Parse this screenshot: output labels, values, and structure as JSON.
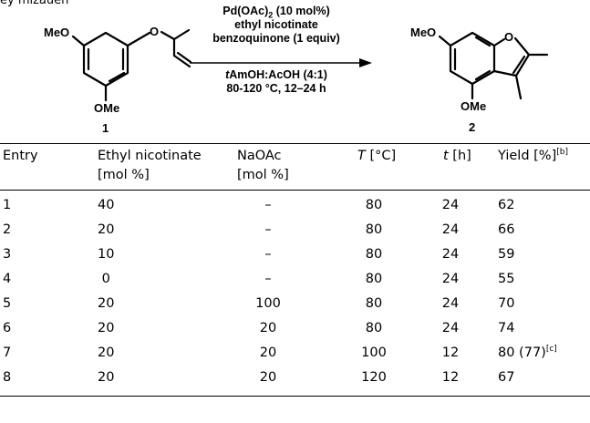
{
  "clipped_top_text": "ey mizauen",
  "scheme": {
    "reactant": {
      "label": "1",
      "groups": {
        "top_left": "MeO",
        "ether_O": "O",
        "bottom": "OMe"
      }
    },
    "product": {
      "label": "2",
      "groups": {
        "top_left": "MeO",
        "ring_O": "O",
        "bottom": "OMe"
      }
    },
    "conditions": {
      "line1_a": "Pd(OAc)",
      "line1_sub": "2",
      "line1_b": " (10 mol%)",
      "line2": "ethyl nicotinate",
      "line3": "benzoquinone (1 equiv)",
      "line4_italic": "t",
      "line4_rest": "AmOH:AcOH (4:1)",
      "line5": "80-120 °C, 12–24 h"
    }
  },
  "table": {
    "headers": {
      "entry": "Entry",
      "ethyl_line1": "Ethyl nicotinate",
      "ethyl_line2": "[mol %]",
      "naoac_line1": "NaOAc",
      "naoac_line2": "[mol %]",
      "temp_symbol": "T",
      "temp_unit": " [°C]",
      "time_symbol": "t",
      "time_unit": " [h]",
      "yield": "Yield [%]",
      "yield_sup": "[b]"
    },
    "rows": [
      {
        "entry": "1",
        "ethyl": "40",
        "naoac": "–",
        "temp": "80",
        "time": "24",
        "yield": "62",
        "note": ""
      },
      {
        "entry": "2",
        "ethyl": "20",
        "naoac": "–",
        "temp": "80",
        "time": "24",
        "yield": "66",
        "note": ""
      },
      {
        "entry": "3",
        "ethyl": "10",
        "naoac": "–",
        "temp": "80",
        "time": "24",
        "yield": "59",
        "note": ""
      },
      {
        "entry": "4",
        "ethyl": " 0",
        "naoac": "–",
        "temp": "80",
        "time": "24",
        "yield": "55",
        "note": ""
      },
      {
        "entry": "5",
        "ethyl": "20",
        "naoac": "100",
        "temp": "80",
        "time": "24",
        "yield": "70",
        "note": ""
      },
      {
        "entry": "6",
        "ethyl": "20",
        "naoac": "20",
        "temp": "80",
        "time": "24",
        "yield": "74",
        "note": ""
      },
      {
        "entry": "7",
        "ethyl": "20",
        "naoac": "20",
        "temp": "100",
        "time": "12",
        "yield": "80 (77)",
        "note": "[c]"
      },
      {
        "entry": "8",
        "ethyl": "20",
        "naoac": "20",
        "temp": "120",
        "time": "12",
        "yield": "67",
        "note": ""
      }
    ]
  }
}
